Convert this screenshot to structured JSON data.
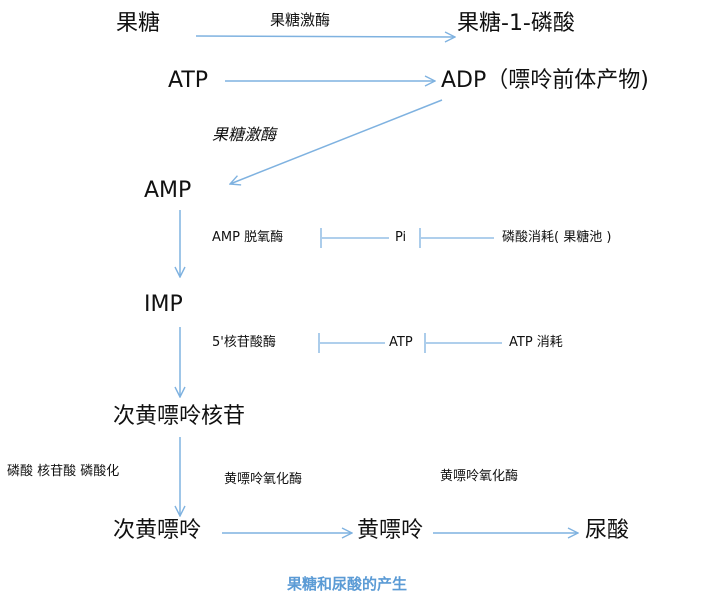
{
  "nodes": {
    "fructose": "果糖",
    "f1p": "果糖-1-磷酸",
    "atp": "ATP",
    "adp": "ADP（嘌呤前体产物)",
    "amp": "AMP",
    "imp": "IMP",
    "inosine": "次黄嘌呤核苷",
    "hypoxanthine": "次黄嘌呤",
    "xanthine": "黄嘌呤",
    "uric_acid": "尿酸"
  },
  "labels": {
    "fructokinase_top": "果糖激酶",
    "fructokinase_diag": "果糖激酶",
    "amp_deaminase": "AMP 脱氧酶",
    "pi": "Pi",
    "phosphate_depletion": "磷酸消耗(  果糖池 )",
    "nucleotidase": "5'核苷酸酶",
    "atp_mid": "ATP",
    "atp_consumption": "ATP 消耗",
    "nucleoside_phosphorylase": "磷酸 核苷酸 磷酸化",
    "xanthine_oxidase_1": "黄嘌呤氧化酶",
    "xanthine_oxidase_2": "黄嘌呤氧化酶"
  },
  "caption": "果糖和尿酸的产生",
  "colors": {
    "arrow": "#7fb2e0",
    "caption": "#5b9bd5",
    "text": "#111111"
  }
}
